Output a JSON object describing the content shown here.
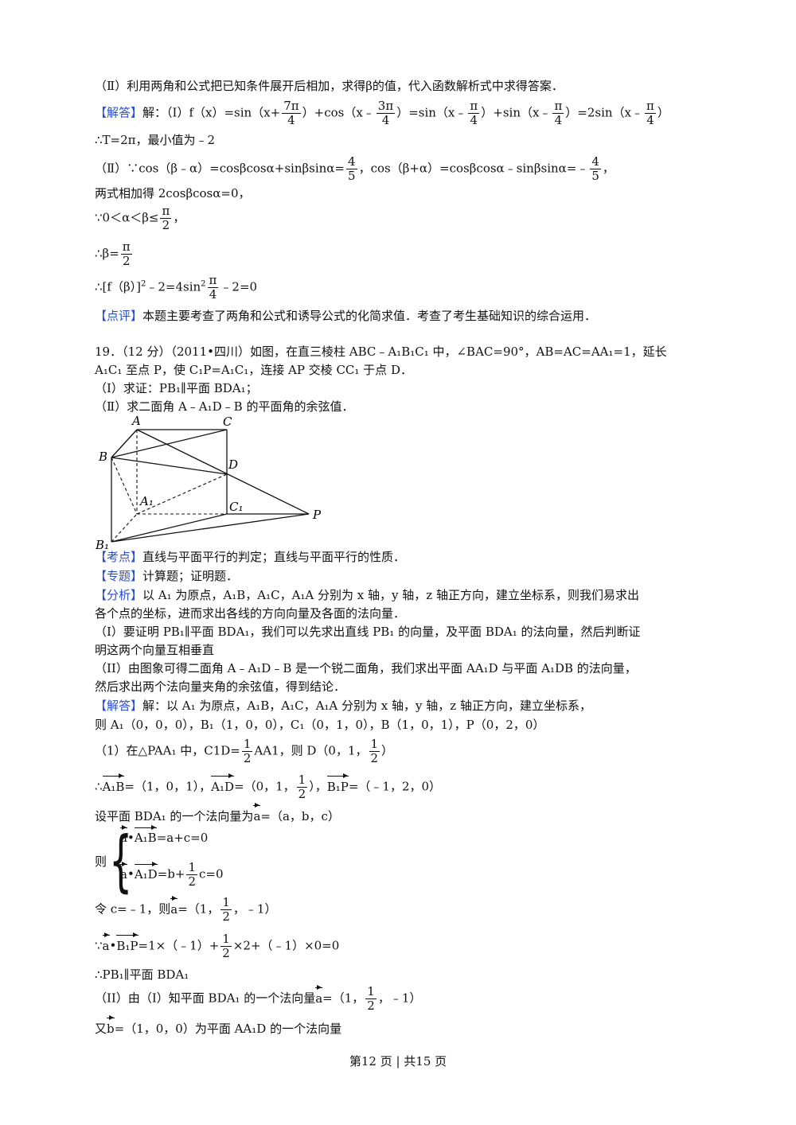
{
  "part2_hint": "（Ⅱ）利用两角和公式把已知条件展开后相加，求得β的值，代入函数解析式中求得答案．",
  "sol18": {
    "tag": "【解答】",
    "l1_pre": "解：（Ⅰ）f（x）=sin（x+",
    "f1n": "7π",
    "f1d": "4",
    "l1_mid1": "）+cos（x﹣",
    "f2n": "3π",
    "f2d": "4",
    "l1_mid2": "）=sin（x﹣",
    "f3n": "π",
    "f3d": "4",
    "l1_mid3": "）+sin（x﹣",
    "f4n": "π",
    "f4d": "4",
    "l1_mid4": "）=2sin（x﹣",
    "f5n": "π",
    "f5d": "4",
    "l1_end": "）",
    "l2": "∴T=2π，最小值为﹣2",
    "l3_pre": "（Ⅱ）∵cos（β﹣α）=cosβcosα+sinβsinα=",
    "f6n": "4",
    "f6d": "5",
    "l3_mid": "，cos（β+α）=cosβcosα﹣sinβsinα=﹣",
    "f7n": "4",
    "f7d": "5",
    "l3_end": "，",
    "l4": "两式相加得 2cosβcosα=0，",
    "l5_pre": "∵0＜α＜β≤",
    "f8n": "π",
    "f8d": "2",
    "l5_end": "，",
    "l6_pre": "∴β=",
    "f9n": "π",
    "f9d": "2",
    "l7_pre": "∴[f（β）]",
    "l7_sup": "2",
    "l7_mid": "﹣2=4sin",
    "l7_sup2": "2",
    "f10n": "π",
    "f10d": "4",
    "l7_end": "﹣2=0",
    "review_tag": "【点评】",
    "review": "本题主要考查了两角和公式和诱导公式的化简求值．考查了考生基础知识的综合运用．"
  },
  "q19": {
    "l1": "19．（12 分）（2011•四川）如图，在直三棱柱 ABC﹣A₁B₁C₁ 中，∠BAC=90°，AB=AC=AA₁=1，延长",
    "l2": "A₁C₁ 至点 P，使 C₁P=A₁C₁，连接 AP 交棱 CC₁ 于点 D．",
    "l3": "（Ⅰ）求证：PB₁∥平面 BDA₁；",
    "l4": "（Ⅱ）求二面角 A﹣A₁D﹣B 的平面角的余弦值．"
  },
  "figure_labels": {
    "A": "A",
    "C": "C",
    "B": "B",
    "D": "D",
    "A1": "A₁",
    "C1": "C₁",
    "B1": "B₁",
    "P": "P"
  },
  "analysis": {
    "kd_tag": "【考点】",
    "kd": "直线与平面平行的判定；直线与平面平行的性质．",
    "zt_tag": "【专题】",
    "zt": "计算题；证明题．",
    "fx_tag": "【分析】",
    "fx1": "以 A₁ 为原点，A₁B，A₁C，A₁A 分别为 x 轴，y 轴，z 轴正方向，建立坐标系，则我们易求出",
    "fx2": "各个点的坐标，进而求出各线的方向向量及各面的法向量．",
    "fx3": "（I）要证明 PB₁∥平面 BDA₁，我们可以先求出直线 PB₁ 的向量，及平面 BDA₁ 的法向量，然后判断证",
    "fx4": "明这两个向量互相垂直",
    "fx5": "（II）由图象可得二面角 A﹣A₁D﹣B 是一个锐二面角，我们求出平面 AA₁D 与平面 A₁DB 的法向量，",
    "fx6": "然后求出两个法向量夹角的余弦值，得到结论．"
  },
  "sol19": {
    "tag": "【解答】",
    "l1": "解：以 A₁ 为原点，A₁B，A₁C，A₁A 分别为 x 轴，y 轴，z 轴正方向，建立坐标系，",
    "l2": "则 A₁（0，0，0），B₁（1，0，0），C₁（0，1，0），B（1，0，1），P（0，2，0）",
    "l3_pre": "（1）在△PAA₁ 中，C1D=",
    "half_n": "1",
    "half_d": "2",
    "l3_mid": "AA1，则 D（0，1，",
    "l3_end": "）",
    "l4_pre": "∴",
    "v_A1B": "A₁B",
    "l4_a": "=（1，0，1），",
    "v_A1D": "A₁D",
    "l4_b": "=（0，1，",
    "l4_c": "），",
    "v_B1P": "B₁P",
    "l4_d": "=（﹣1，2，0）",
    "l5_pre": "设平面 BDA₁ 的一个法向量为",
    "v_a": "a",
    "l5_end": "=（a，b，c）",
    "then": "则",
    "sys1_a": "a",
    "sys1_dot": "•",
    "sys1_v": "A₁B",
    "sys1_end": "=a+c=0",
    "sys2_a": "a",
    "sys2_dot": "•",
    "sys2_v": "A₁D",
    "sys2_mid": "=b+",
    "sys2_end": "c=0",
    "l6_pre": "令 c=﹣1，则",
    "l6_mid": "=（1，",
    "l6_end": "，﹣1）",
    "l7_pre": "∵",
    "l7_dot": "•",
    "l7_mid": "=1×（﹣1）+",
    "l7_end": "×2+（﹣1）×0=0",
    "l8": "∴PB₁∥平面 BDA₁",
    "l9_pre": "（II）由（I）知平面 BDA₁ 的一个法向量",
    "l9_mid": "=（1，",
    "l9_end": "，﹣1）",
    "l10_pre": "又",
    "v_b": "b",
    "l10_end": "=（1，0，0）为平面 AA₁D 的一个法向量"
  },
  "footer": "第12 页  |  共15 页"
}
